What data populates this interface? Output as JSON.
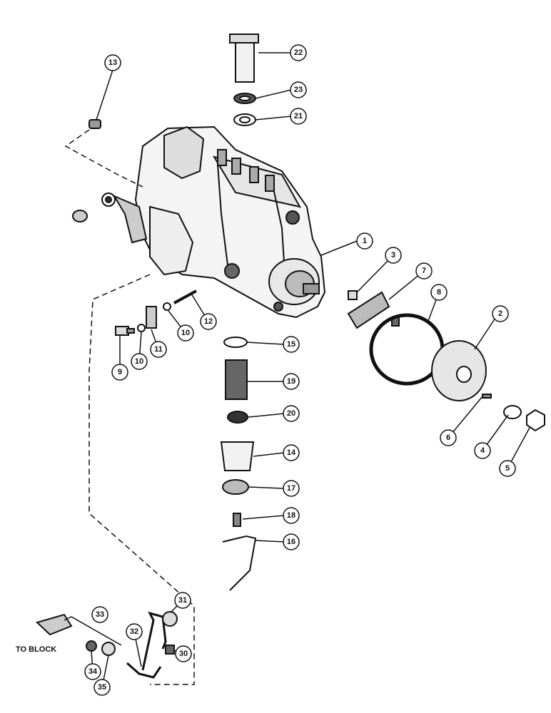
{
  "diagram": {
    "parts": [
      {
        "id": "callout-1",
        "number": "1"
      },
      {
        "id": "callout-2",
        "number": "2"
      },
      {
        "id": "callout-3",
        "number": "3"
      },
      {
        "id": "callout-4",
        "number": "4"
      },
      {
        "id": "callout-5",
        "number": "5"
      },
      {
        "id": "callout-6",
        "number": "6"
      },
      {
        "id": "callout-7",
        "number": "7"
      },
      {
        "id": "callout-8",
        "number": "8"
      },
      {
        "id": "callout-9",
        "number": "9"
      },
      {
        "id": "callout-10a",
        "number": "10"
      },
      {
        "id": "callout-10b",
        "number": "10"
      },
      {
        "id": "callout-11",
        "number": "11"
      },
      {
        "id": "callout-12",
        "number": "12"
      },
      {
        "id": "callout-13",
        "number": "13"
      },
      {
        "id": "callout-14",
        "number": "14"
      },
      {
        "id": "callout-15",
        "number": "15"
      },
      {
        "id": "callout-16",
        "number": "16"
      },
      {
        "id": "callout-17",
        "number": "17"
      },
      {
        "id": "callout-18",
        "number": "18"
      },
      {
        "id": "callout-19",
        "number": "19"
      },
      {
        "id": "callout-20",
        "number": "20"
      },
      {
        "id": "callout-21",
        "number": "21"
      },
      {
        "id": "callout-22",
        "number": "22"
      },
      {
        "id": "callout-23",
        "number": "23"
      },
      {
        "id": "callout-30",
        "number": "30"
      },
      {
        "id": "callout-31",
        "number": "31"
      },
      {
        "id": "callout-32",
        "number": "32"
      },
      {
        "id": "callout-33",
        "number": "33"
      },
      {
        "id": "callout-34",
        "number": "34"
      },
      {
        "id": "callout-35",
        "number": "35"
      }
    ],
    "note": "TO BLOCK",
    "colors": {
      "line": "#111111",
      "paper": "#ffffff"
    }
  }
}
